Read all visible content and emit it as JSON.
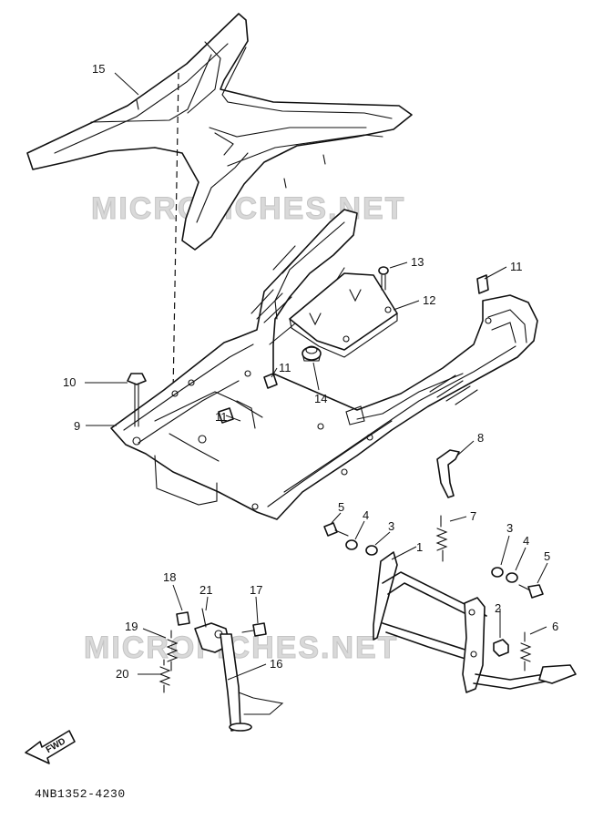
{
  "watermark": "MICROFICHES.NET",
  "diagram_code": "4NB1352-4230",
  "fwd_label": "FWD",
  "callouts": {
    "c1": "1",
    "c2": "2",
    "c3a": "3",
    "c3b": "3",
    "c4a": "4",
    "c4b": "4",
    "c5a": "5",
    "c5b": "5",
    "c6": "6",
    "c7": "7",
    "c8": "8",
    "c9": "9",
    "c10": "10",
    "c11a": "11",
    "c11b": "11",
    "c11c": "11",
    "c12": "12",
    "c13": "13",
    "c14": "14",
    "c15": "15",
    "c16": "16",
    "c17": "17",
    "c18": "18",
    "c19": "19",
    "c20": "20",
    "c21": "21"
  }
}
